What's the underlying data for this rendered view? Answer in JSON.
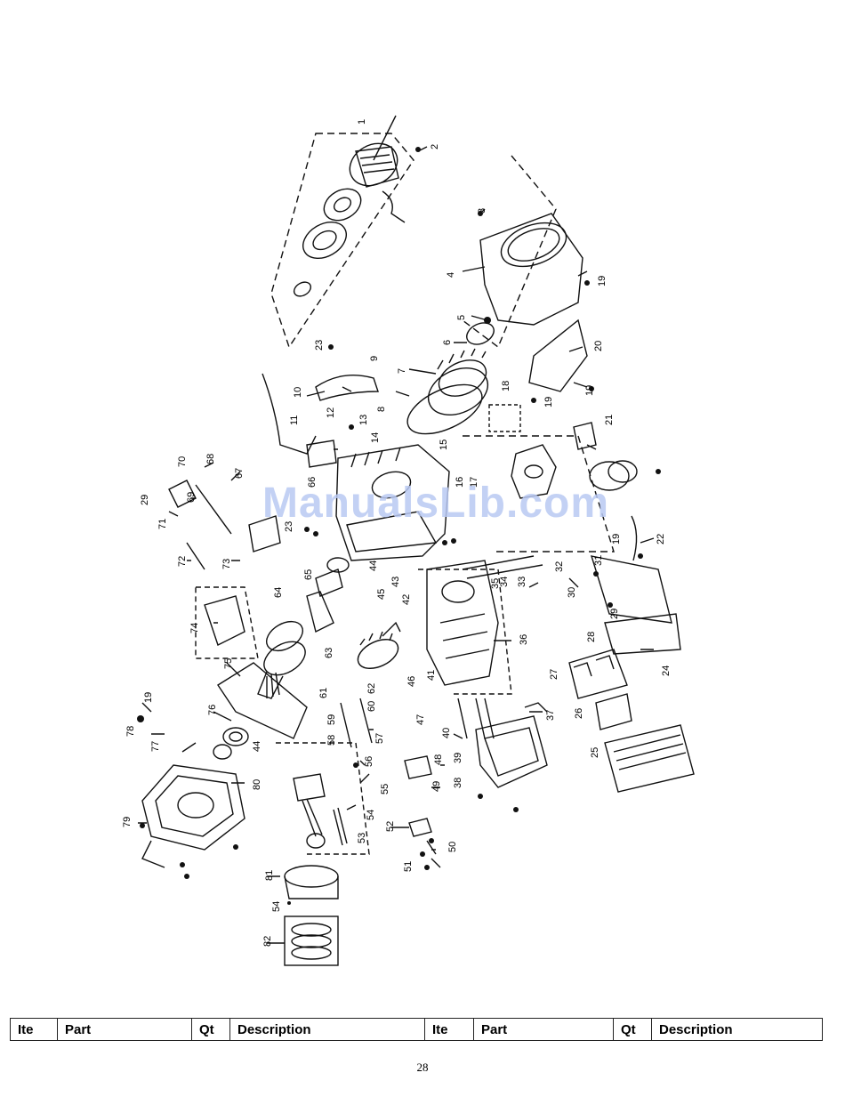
{
  "watermark": "ManualsLib.com",
  "callouts": [
    "1",
    "2",
    "3",
    "4",
    "5",
    "6",
    "7",
    "8",
    "9",
    "10",
    "11",
    "12",
    "13",
    "14",
    "15",
    "16",
    "17",
    "18",
    "19",
    "20",
    "21",
    "22",
    "23",
    "24",
    "25",
    "26",
    "27",
    "28",
    "29",
    "30",
    "31",
    "32",
    "33",
    "34",
    "35",
    "36",
    "37",
    "38",
    "39",
    "40",
    "41",
    "42",
    "43",
    "44",
    "45",
    "46",
    "47",
    "48",
    "49",
    "50",
    "51",
    "52",
    "53",
    "54",
    "55",
    "56",
    "57",
    "58",
    "59",
    "60",
    "61",
    "62",
    "63",
    "64",
    "65",
    "66",
    "67",
    "68",
    "69",
    "70",
    "71",
    "72",
    "73",
    "74",
    "75",
    "76",
    "77",
    "78",
    "79",
    "80",
    "81",
    "82"
  ],
  "parts_table": {
    "headers": [
      "Ite",
      "Part",
      "Qt",
      "Description",
      "Ite",
      "Part",
      "Qt",
      "Description"
    ]
  },
  "page_number": "28"
}
